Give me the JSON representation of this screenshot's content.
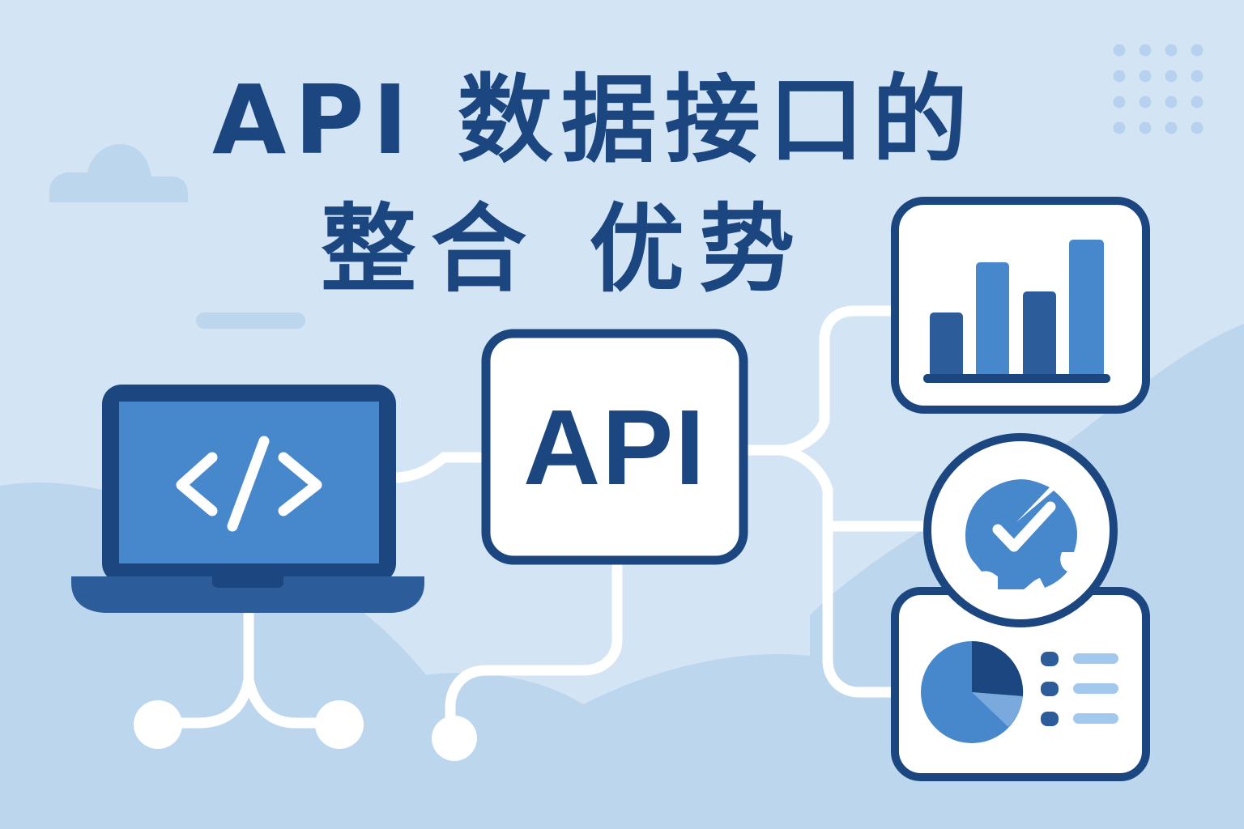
{
  "title": {
    "line1": "API 数据接口的",
    "line2": "整合 优势"
  },
  "api_box": {
    "label": "API"
  },
  "laptop": {
    "screen_glyph": "</>",
    "icon": "code-icon"
  },
  "cards": {
    "bar_chart": {
      "icon": "bar-chart-icon",
      "bars": 4
    },
    "gear_check": {
      "icon": "gear-check-icon"
    },
    "dashboard": {
      "icon": "pie-chart-icon",
      "legend_rows": 3
    }
  },
  "decor": {
    "cloud": "cloud-icon",
    "dot_grid": "dot-grid-icon",
    "dot_grid_size": "4x4"
  },
  "colors": {
    "background": "#d3e4f5",
    "background_hill": "#bcd6ee",
    "navy": "#1b4680",
    "blue": "#4787cc",
    "light_blue": "#7aa9de",
    "pale_blue": "#a3c8ee",
    "white": "#ffffff"
  }
}
